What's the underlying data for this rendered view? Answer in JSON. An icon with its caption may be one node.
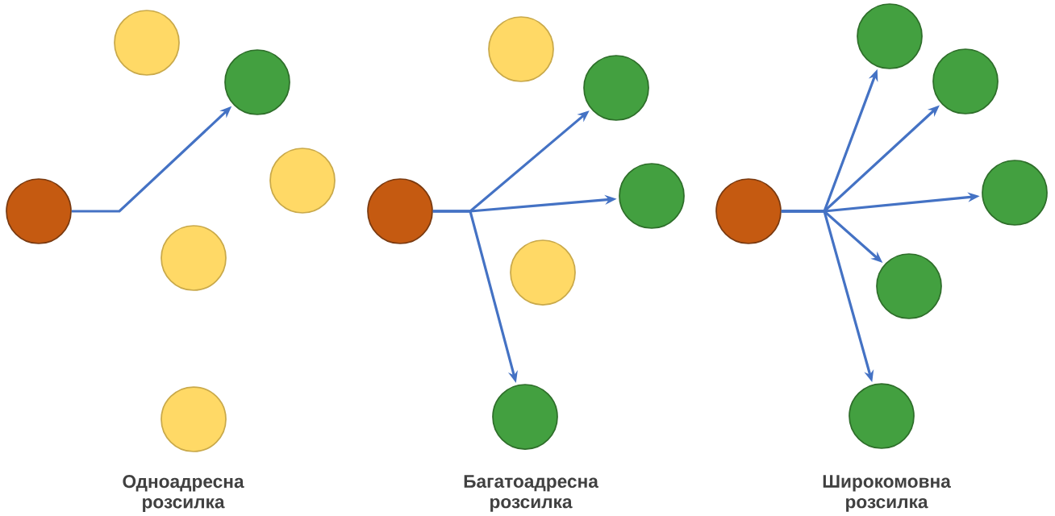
{
  "diagram": {
    "nodes": [
      {
        "text": [],
        "shape": "circle"
      },
      {
        "text": [],
        "shape": "circle"
      },
      {
        "text": [],
        "shape": "circle"
      },
      {
        "text": [],
        "shape": "circle"
      },
      {
        "text": [],
        "shape": "circle"
      },
      {
        "text": [],
        "shape": "circle"
      },
      {
        "text": [],
        "shape": "circle"
      },
      {
        "text": [],
        "shape": "circle"
      },
      {
        "text": [],
        "shape": "circle"
      },
      {
        "text": [],
        "shape": "circle"
      },
      {
        "text": [],
        "shape": "circle"
      },
      {
        "text": [],
        "shape": "circle"
      },
      {
        "text": [],
        "shape": "circle"
      },
      {
        "text": [],
        "shape": "circle"
      },
      {
        "text": [],
        "shape": "circle"
      },
      {
        "text": [],
        "shape": "circle"
      },
      {
        "text": [],
        "shape": "circle"
      },
      {
        "text": [],
        "shape": "circle"
      }
    ],
    "edges": [
      {
        "from": 0,
        "to": 2,
        "arrow": "to"
      },
      {
        "from": 6,
        "to": 8,
        "arrow": "to"
      },
      {
        "from": 6,
        "to": 9,
        "arrow": "to"
      },
      {
        "from": 6,
        "to": 11,
        "arrow": "to"
      },
      {
        "from": 12,
        "to": 13,
        "arrow": "to"
      },
      {
        "from": 12,
        "to": 14,
        "arrow": "to"
      },
      {
        "from": 12,
        "to": 15,
        "arrow": "to"
      },
      {
        "from": 12,
        "to": 16,
        "arrow": "to"
      },
      {
        "from": 12,
        "to": 17,
        "arrow": "to"
      }
    ],
    "labels": [
      "Одноадресна розсилка",
      "Багатоадресна розсилка",
      "Широкомовна розсилка"
    ]
  }
}
